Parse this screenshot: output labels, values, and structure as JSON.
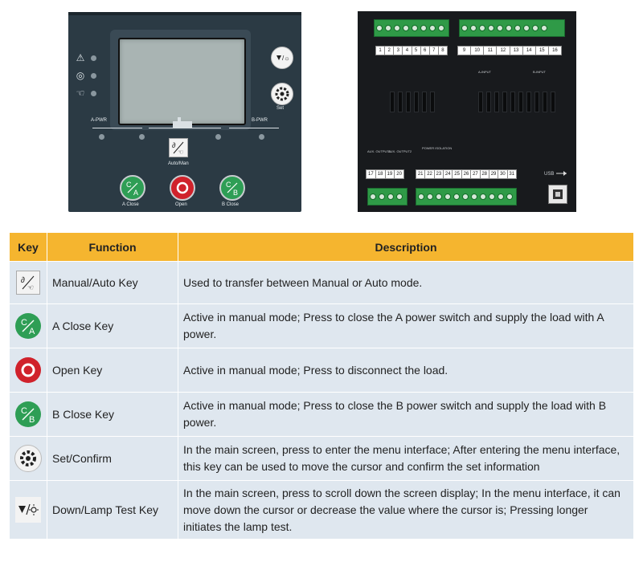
{
  "front_panel": {
    "labels": {
      "a_pwr": "A-PWR",
      "b_pwr": "B-PWR",
      "set": "Set",
      "auto_man": "Auto/Man",
      "a_close": "A Close",
      "open": "Open",
      "b_close": "B Close"
    },
    "key_glyphs": {
      "a": "C/A",
      "b": "C/B"
    }
  },
  "rear_panel": {
    "terminals_top_left": [
      "1",
      "2",
      "3",
      "4",
      "5",
      "6",
      "7",
      "8"
    ],
    "terminals_top_right": [
      "9",
      "10",
      "11",
      "12",
      "13",
      "14",
      "15",
      "16"
    ],
    "terminals_bottom_left": [
      "17",
      "18",
      "19",
      "20"
    ],
    "terminals_bottom_right": [
      "21",
      "22",
      "23",
      "24",
      "25",
      "26",
      "27",
      "28",
      "29",
      "30",
      "31"
    ],
    "labels": {
      "a_input": "A-INPUT",
      "b_input": "B-INPUT",
      "aux_output1": "AUX. OUTPUT1",
      "aux_output2": "AUX. OUTPUT2",
      "power_isolation": "POWER ISOLATION",
      "usb": "USB"
    }
  },
  "table": {
    "headers": {
      "key": "Key",
      "function": "Function",
      "description": "Description"
    },
    "rows": [
      {
        "icon": "manual-auto-icon",
        "function": "Manual/Auto Key",
        "description": "Used to transfer between Manual or Auto mode."
      },
      {
        "icon": "a-close-icon",
        "function": "A Close Key",
        "description": "Active in manual mode; Press to close the A power switch and supply the load with A power."
      },
      {
        "icon": "open-icon",
        "function": "Open Key",
        "description": "Active in manual mode; Press to disconnect the load."
      },
      {
        "icon": "b-close-icon",
        "function": "B Close Key",
        "description": "Active in manual mode; Press to close the B power switch and supply the load with B power."
      },
      {
        "icon": "gear-icon",
        "function": "Set/Confirm",
        "description": "In the main screen, press to enter the menu interface; After entering the menu interface, this key can be used to move the cursor and confirm the set information"
      },
      {
        "icon": "down-lamp-test-icon",
        "function": "Down/Lamp Test Key",
        "description": "In the main screen, press to scroll down the screen display; In the menu interface, it can move down the cursor or decrease the value where the cursor is; Pressing longer initiates the lamp test."
      }
    ]
  },
  "colors": {
    "header": "#f5b52f",
    "cell": "#dfe7ef",
    "green_key": "#2e9e55",
    "red_key": "#d0222b"
  }
}
